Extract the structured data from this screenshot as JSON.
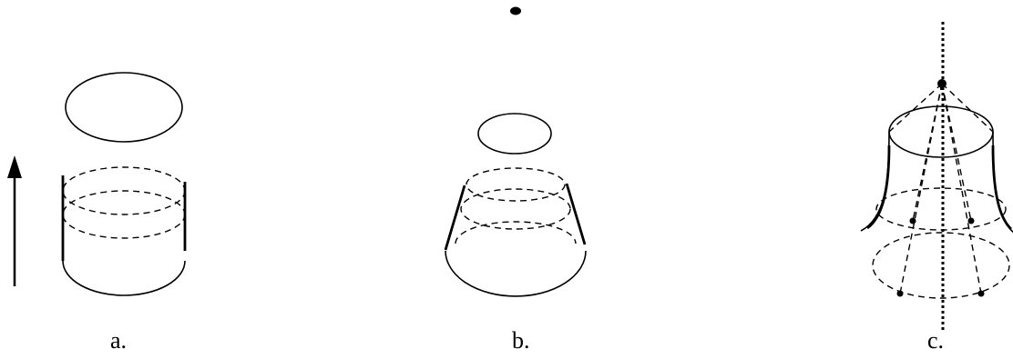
{
  "figure": {
    "panels": [
      {
        "id": "a",
        "label": "a."
      },
      {
        "id": "b",
        "label": "b."
      },
      {
        "id": "c",
        "label": "c."
      }
    ]
  }
}
